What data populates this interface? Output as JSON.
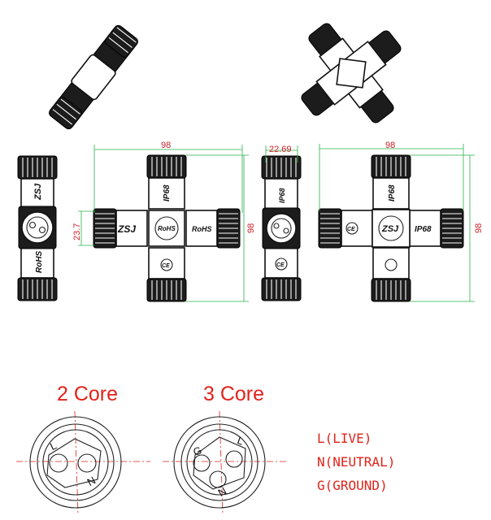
{
  "dimensions": {
    "d98_top_left": "98",
    "d98_side_left": "98",
    "d23_7": "23.7",
    "d22_69": "22.69",
    "d98_top_right": "98",
    "d98_side_right": "98"
  },
  "markings": {
    "brand": "ZSJ",
    "ip": "IP68",
    "rohs": "RoHS",
    "ce": "CE"
  },
  "cores": {
    "two_core_title": "2 Core",
    "three_core_title": "3 Core",
    "pin_l": "L",
    "pin_n": "N",
    "pin_g": "G"
  },
  "legend": {
    "live": "L(LIVE)",
    "neutral": "N(NEUTRAL)",
    "ground": "G(GROUND)"
  },
  "colors": {
    "accent_red": "#e0231a",
    "dimension_green": "#27b34a",
    "body_dark": "#1c1c1c"
  }
}
